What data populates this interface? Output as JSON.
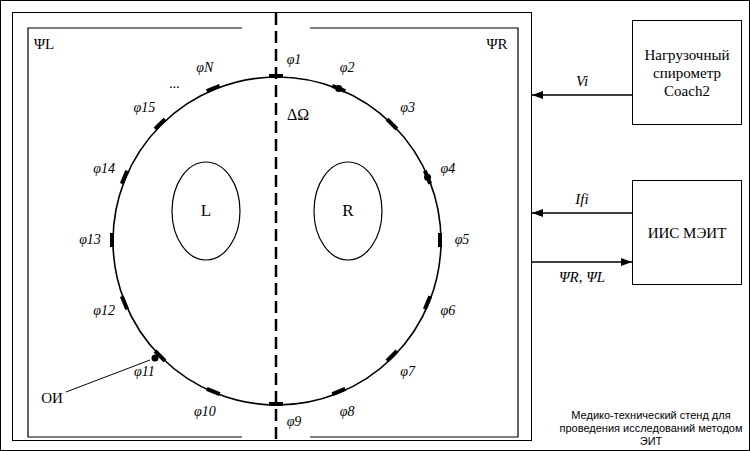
{
  "diagram": {
    "nodes": [
      {
        "text": [
          "Медико-технический стенд для проведения исследований методом ЭИТ"
        ]
      },
      {
        "text": [
          "ΔΩ"
        ],
        "in": 0
      },
      {
        "text": [
          "L"
        ],
        "in": 1
      },
      {
        "text": [
          "R"
        ],
        "in": 1
      },
      {
        "text": [
          "Нагрузочный спирометр Coach2"
        ]
      },
      {
        "text": [
          "ИИС МЭИТ"
        ]
      }
    ],
    "edges": [
      {
        "from": 4,
        "to": 0,
        "arrow": "to",
        "label": "Vi"
      },
      {
        "from": 5,
        "to": 0,
        "arrow": "to",
        "label": "Ifi"
      },
      {
        "from": 0,
        "to": 5,
        "arrow": "to",
        "label": "ΨR, ΨL"
      }
    ],
    "labels": [
      "φ1",
      "φ2",
      "φ3",
      "φ4",
      "φ5",
      "φ6",
      "φ7",
      "φ8",
      "φ9",
      "φ10",
      "φ11",
      "φ12",
      "φ13",
      "φ14",
      "φ15",
      "...",
      "φN",
      "ΨL",
      "ΨR",
      "ОИ"
    ]
  }
}
